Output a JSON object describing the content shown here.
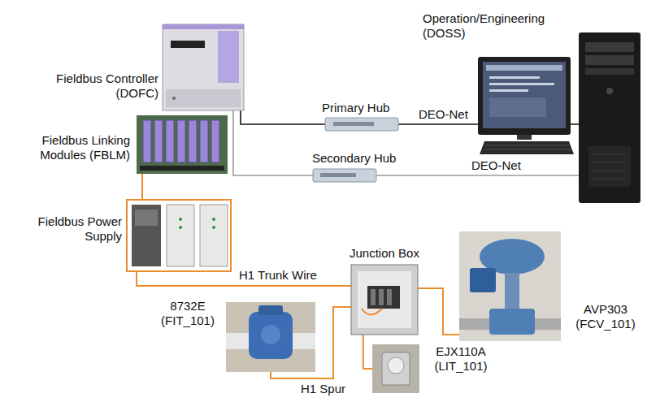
{
  "diagram": {
    "nodes": [
      {
        "text": [
          "Operation/Engineering (DOSS)"
        ]
      },
      {
        "text": [
          "Fieldbus Controller (DOFC)"
        ]
      },
      {
        "text": [
          "Primary Hub"
        ]
      },
      {
        "text": [
          "Fieldbus Linking Modules (FBLM)"
        ]
      },
      {
        "text": [
          "Secondary Hub"
        ]
      },
      {
        "text": [
          "Fieldbus Power Supply"
        ]
      },
      {
        "text": [
          "Junction Box"
        ]
      },
      {
        "text": [
          "8732E (FIT_101)"
        ]
      },
      {
        "text": [
          "AVP303 (FCV_101)"
        ]
      },
      {
        "text": [
          "EJX110A (LIT_101)"
        ]
      }
    ],
    "edges": [
      {
        "from": 1,
        "to": 2,
        "arrow": "none"
      },
      {
        "from": 2,
        "to": 0,
        "label": "DEO-Net",
        "arrow": "none"
      },
      {
        "from": 1,
        "to": 4,
        "arrow": "none"
      },
      {
        "from": 4,
        "to": 0,
        "label": "DEO-Net",
        "arrow": "none"
      },
      {
        "from": 3,
        "to": 5,
        "arrow": "none"
      },
      {
        "from": 5,
        "to": 6,
        "label": "H1 Trunk Wire",
        "arrow": "none"
      },
      {
        "from": 6,
        "to": 8,
        "arrow": "none"
      },
      {
        "from": 6,
        "to": 7,
        "arrow": "none"
      },
      {
        "from": 6,
        "to": 9,
        "arrow": "none"
      }
    ],
    "labels": [
      "H1 Spur"
    ]
  }
}
